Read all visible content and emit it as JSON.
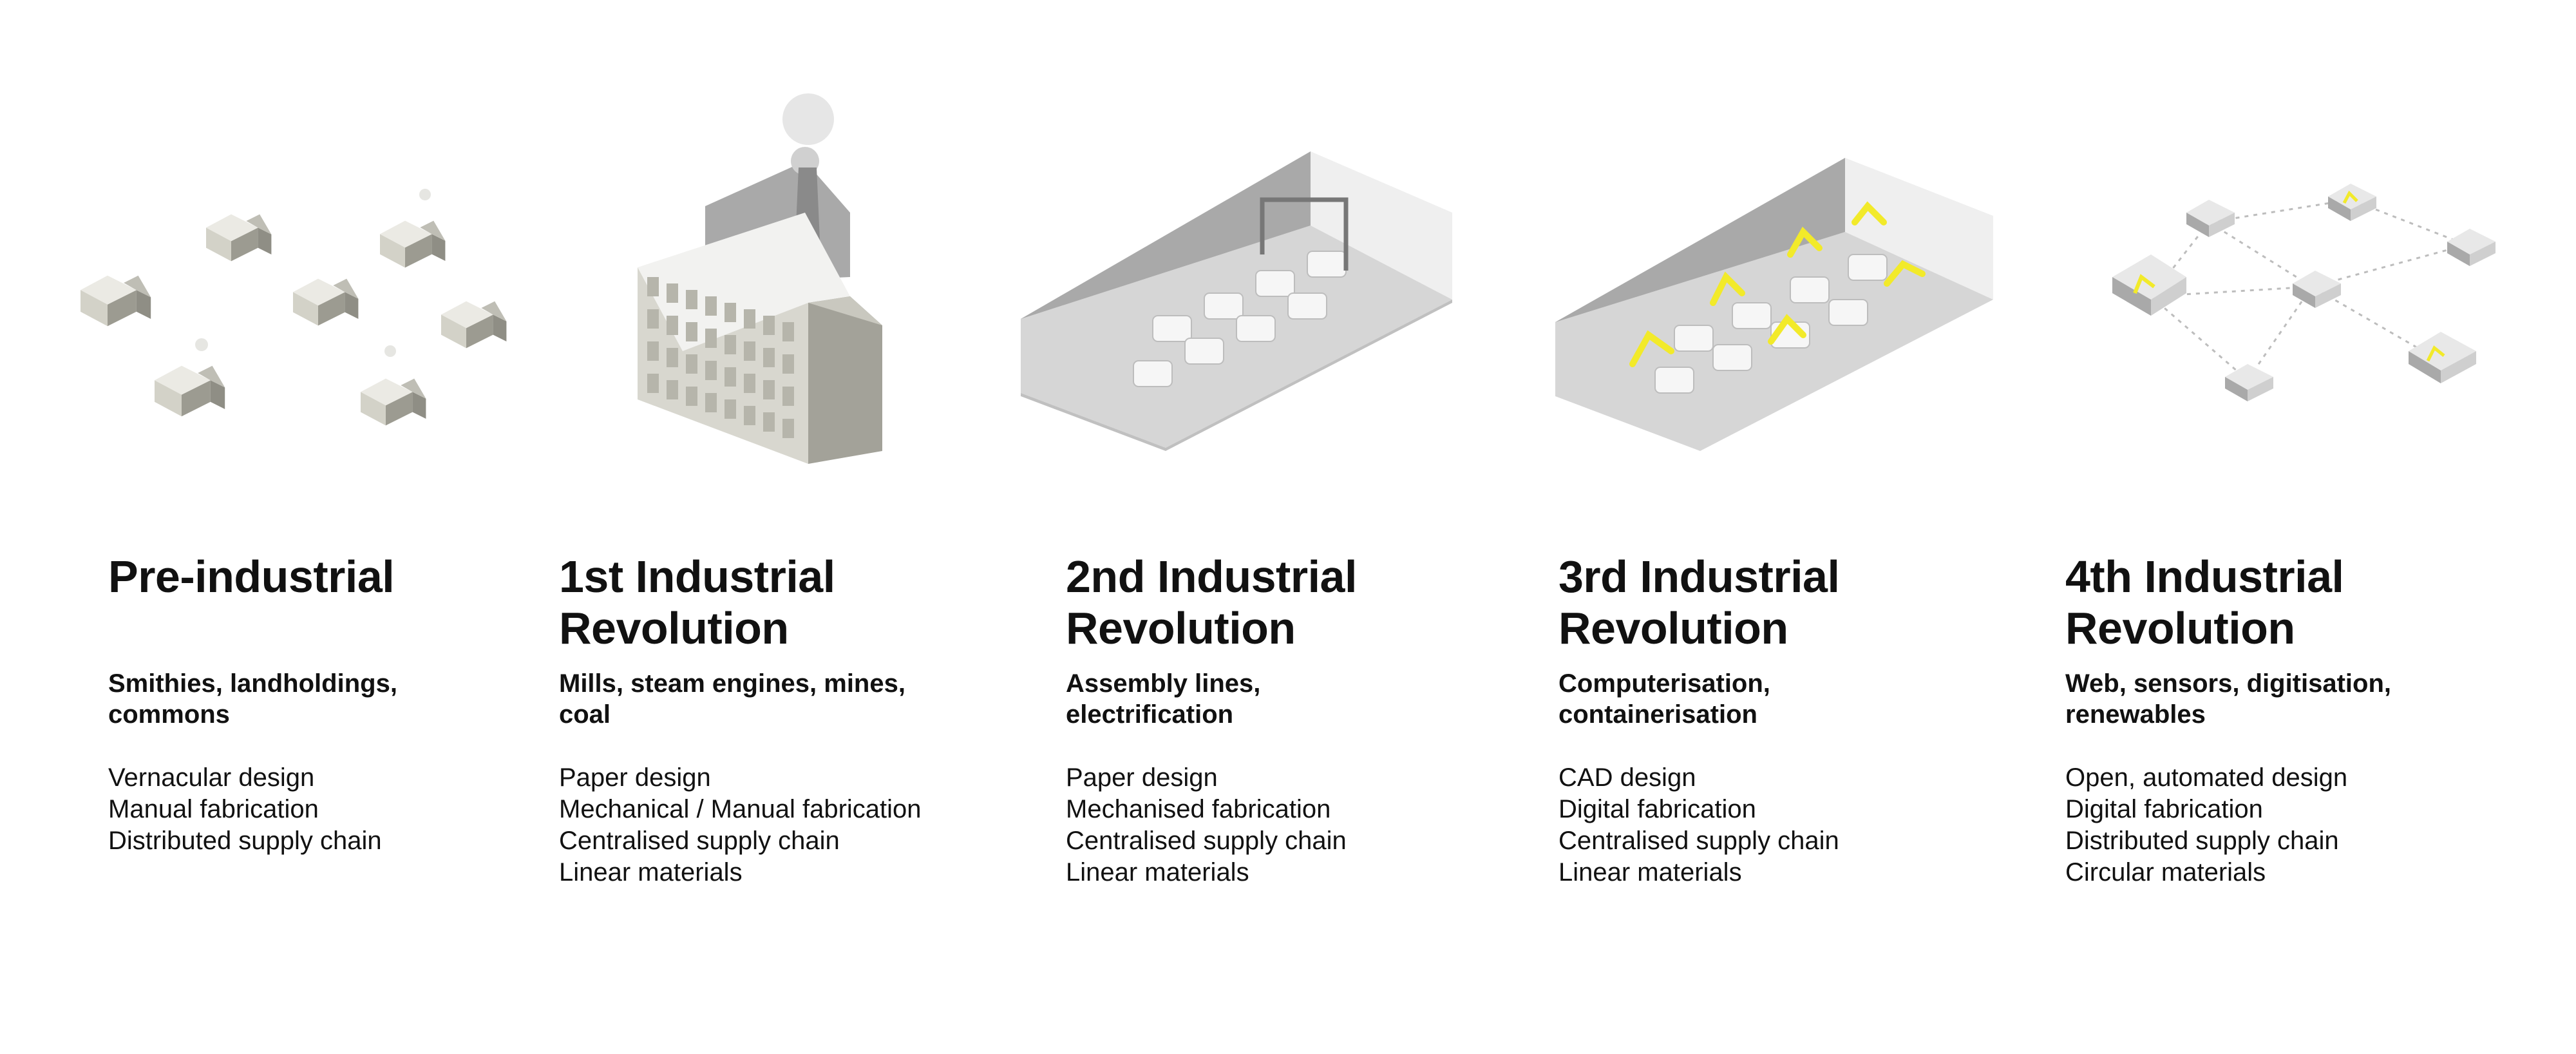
{
  "colors": {
    "background": "#ffffff",
    "text": "#111111",
    "building_light": "#f2f2ee",
    "building_mid": "#d3d2c8",
    "building_dark": "#9c9b91",
    "hall_dark": "#a8a8a8",
    "hall_light": "#d9d9d9",
    "robot_accent": "#f2ea2a",
    "network_line": "#bdbdbd"
  },
  "eras": [
    {
      "icon": "cottages-icon",
      "title": [
        "Pre-industrial"
      ],
      "technologies": [
        "Smithies, landholdings,",
        "commons"
      ],
      "attributes": [
        "Vernacular design",
        "Manual fabrication",
        "Distributed supply chain"
      ]
    },
    {
      "icon": "mill-factory-icon",
      "title": [
        "1st Industrial",
        "Revolution"
      ],
      "technologies": [
        "Mills, steam engines, mines,",
        "coal"
      ],
      "attributes": [
        "Paper design",
        "Mechanical / Manual fabrication",
        "Centralised supply chain",
        "Linear materials"
      ]
    },
    {
      "icon": "assembly-hall-icon",
      "title": [
        "2nd Industrial",
        "Revolution"
      ],
      "technologies": [
        "Assembly lines,",
        "electrification"
      ],
      "attributes": [
        "Paper design",
        "Mechanised fabrication",
        "Centralised supply chain",
        "Linear materials"
      ]
    },
    {
      "icon": "robot-factory-icon",
      "title": [
        "3rd Industrial",
        "Revolution"
      ],
      "technologies": [
        "Computerisation,",
        "containerisation"
      ],
      "attributes": [
        "CAD design",
        "Digital fabrication",
        "Centralised supply chain",
        "Linear materials"
      ]
    },
    {
      "icon": "networked-microfactories-icon",
      "title": [
        "4th Industrial",
        "Revolution"
      ],
      "technologies": [
        "Web, sensors, digitisation,",
        "renewables"
      ],
      "attributes": [
        "Open, automated design",
        "Digital fabrication",
        "Distributed supply chain",
        "Circular materials"
      ]
    }
  ]
}
